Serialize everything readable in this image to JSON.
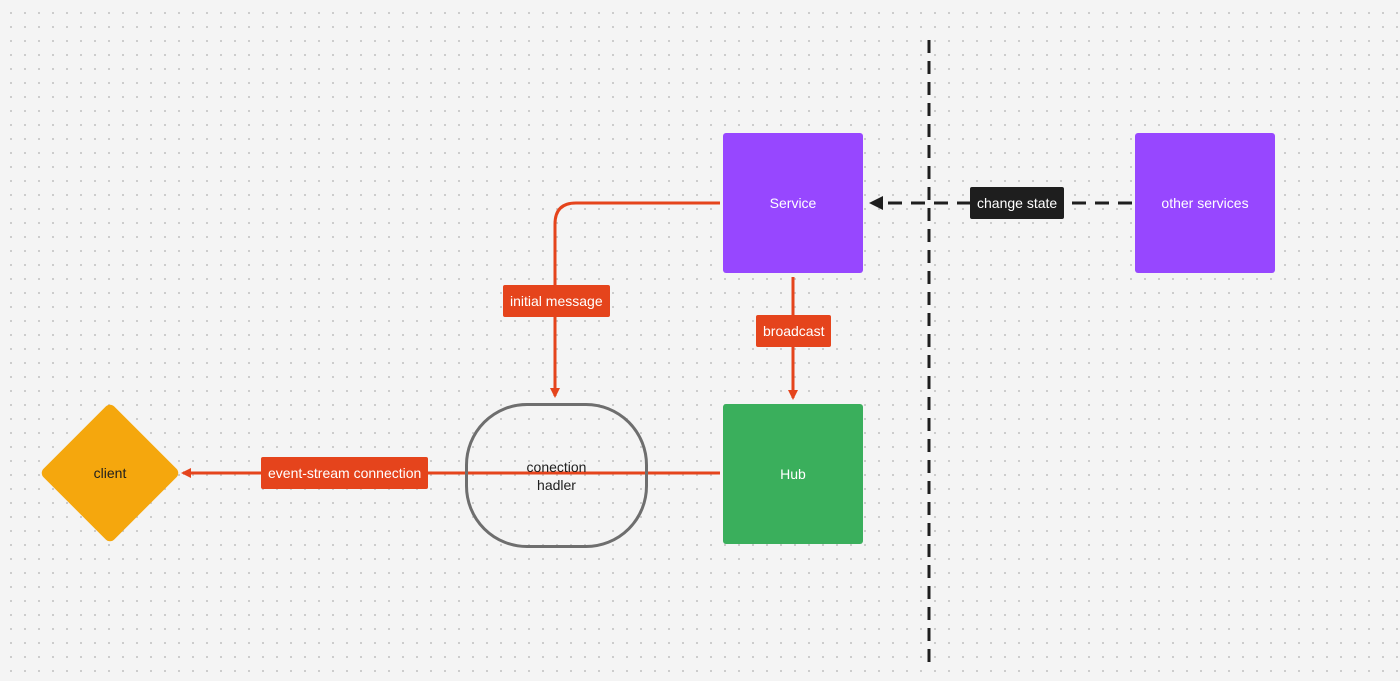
{
  "colors": {
    "service": "#9747ff",
    "hub": "#3aaf5c",
    "client": "#f5a70d",
    "connector": "#e5441c",
    "dashed": "#1e1e1e",
    "handler_border": "#6e6e6e"
  },
  "nodes": {
    "service": "Service",
    "other_services": "other services",
    "hub": "Hub",
    "connection_handler_line1": "conection",
    "connection_handler_line2": "hadler",
    "client": "client"
  },
  "edges": {
    "initial_message": "initial message",
    "broadcast": "broadcast",
    "event_stream": "event-stream connection",
    "change_state": "change state"
  }
}
